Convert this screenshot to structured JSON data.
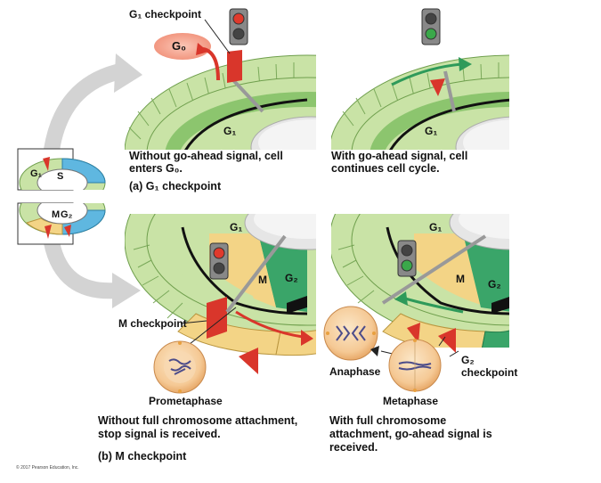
{
  "top_left": {
    "checkpoint_label": "G₁ checkpoint",
    "g0_label": "G₀",
    "phase_label": "G₁",
    "caption_line1": "Without go-ahead signal, cell",
    "caption_line2": "enters G₀.",
    "section_label": "(a) G₁ checkpoint"
  },
  "top_right": {
    "phase_label": "G₁",
    "caption_line1": "With go-ahead signal, cell",
    "caption_line2": "continues cell cycle."
  },
  "inset_top": {
    "g1": "G₁",
    "s": "S"
  },
  "inset_bottom": {
    "m": "M",
    "g2": "G₂"
  },
  "bottom_left": {
    "phase_g1": "G₁",
    "phase_m": "M",
    "phase_g2": "G₂",
    "checkpoint_label": "M checkpoint",
    "cell_label": "Prometaphase",
    "caption_line1": "Without full chromosome attachment,",
    "caption_line2": "stop signal is received.",
    "section_label": "(b) M checkpoint"
  },
  "bottom_right": {
    "phase_g1": "G₁",
    "phase_m": "M",
    "phase_g2": "G₂",
    "anaphase_label": "Anaphase",
    "metaphase_label": "Metaphase",
    "g2_checkpoint_line1": "G₂",
    "g2_checkpoint_line2": "checkpoint",
    "caption_line1": "With full chromosome",
    "caption_line2": "attachment, go-ahead signal is",
    "caption_line3": "received."
  },
  "credit": "© 2017 Pearson Education, Inc.",
  "colors": {
    "g1_ring": "#c9e3a6",
    "s_ring": "#5fb7e0",
    "g2_ring": "#3aa569",
    "m_ring": "#f3d486",
    "checkpoint_red": "#d9362b",
    "g0_pink": "#f4a08c"
  }
}
